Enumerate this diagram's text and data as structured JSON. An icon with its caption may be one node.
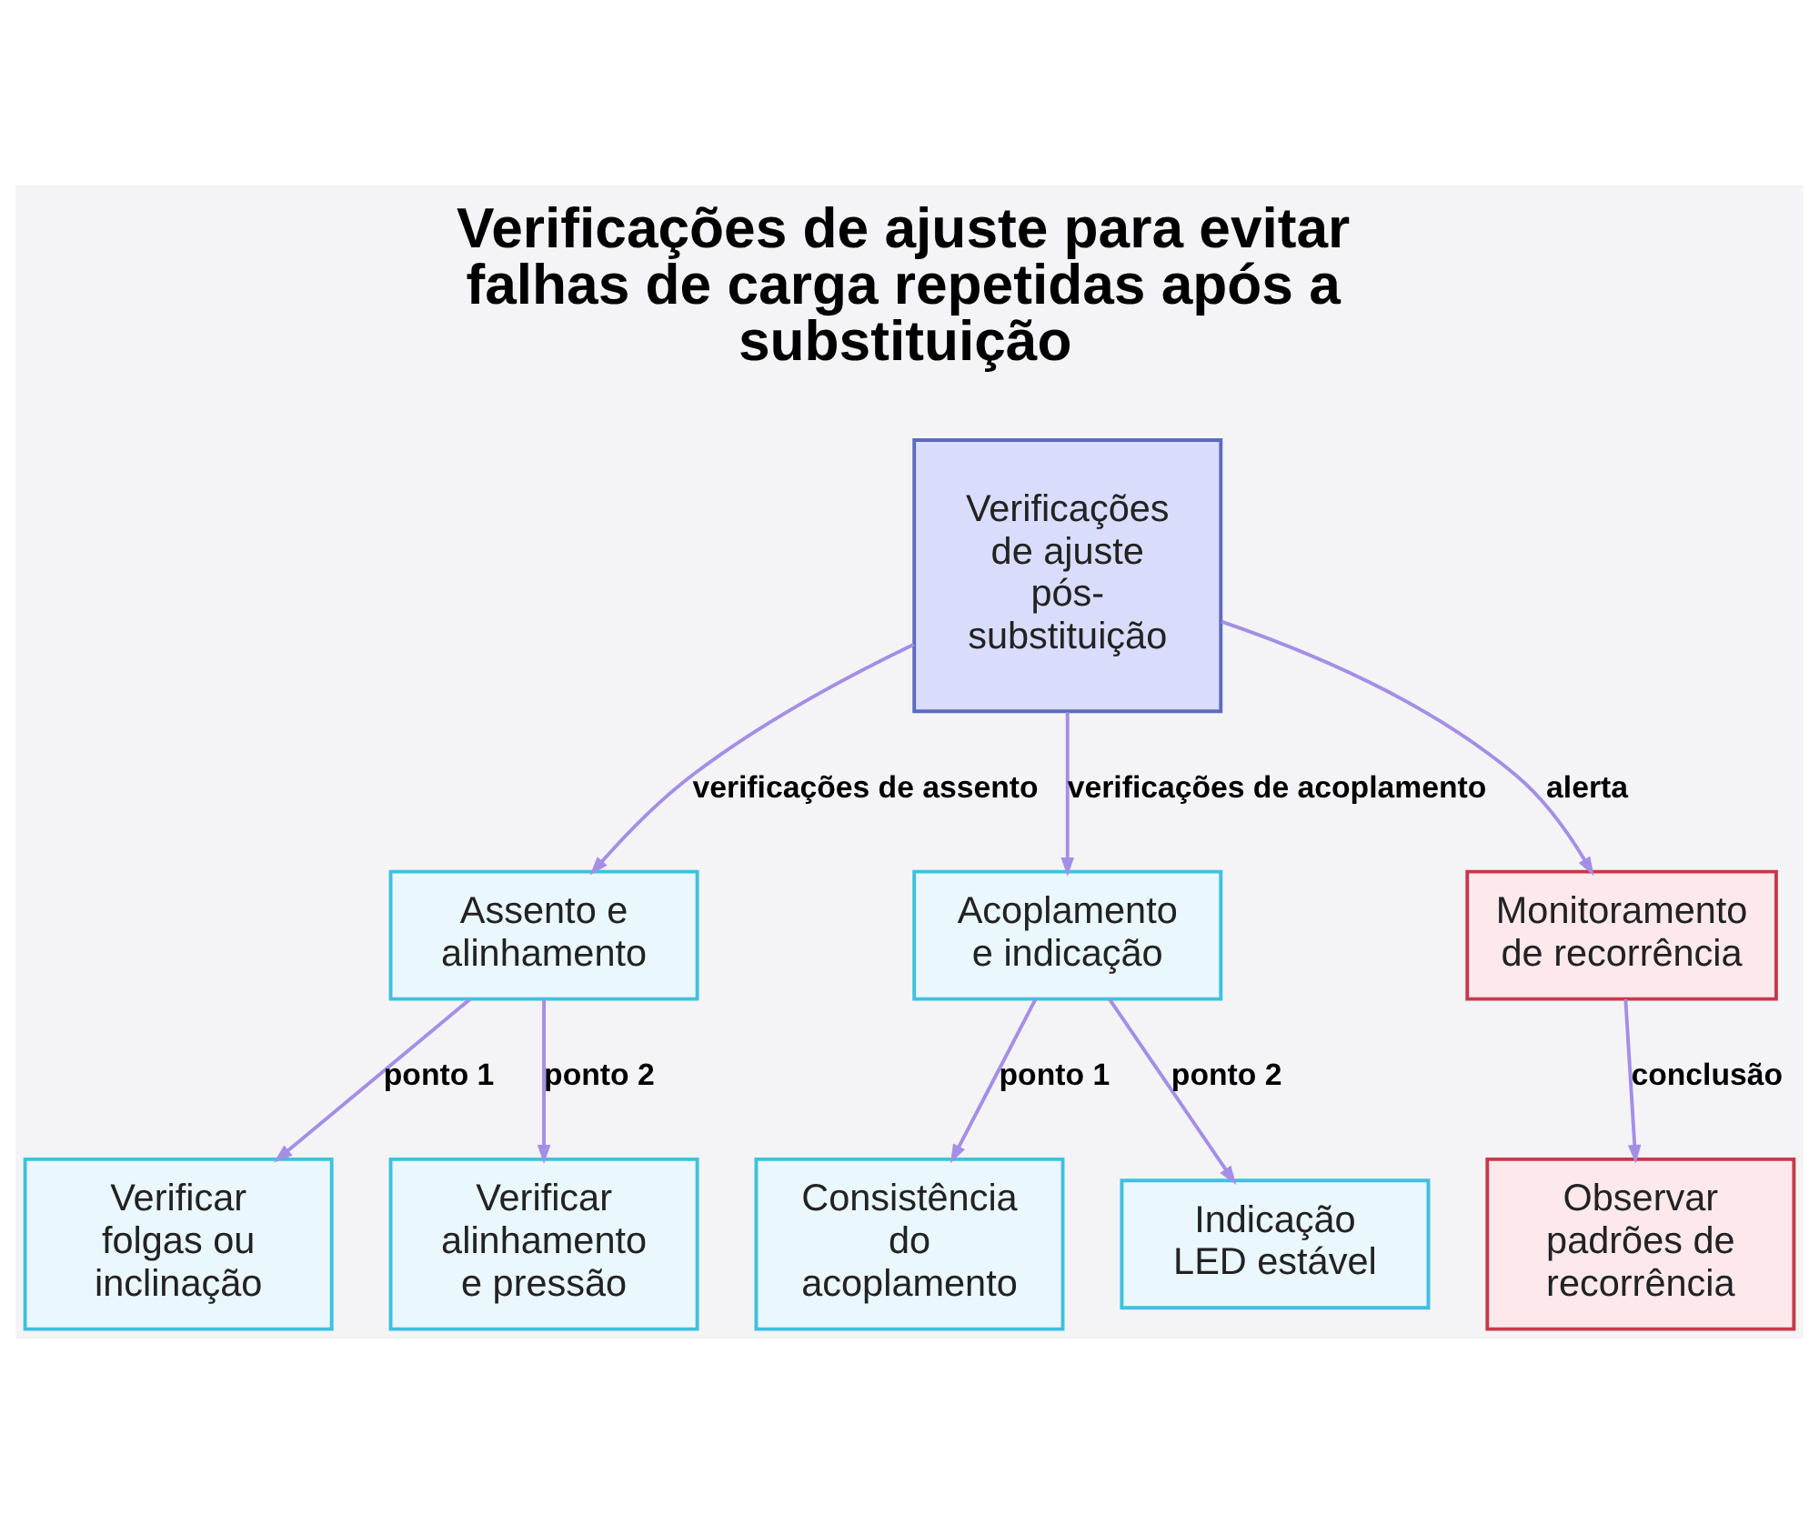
{
  "diagram": {
    "title": "Verificações de ajuste para evitar falhas de carga repetidas após a substituição",
    "nodes": [
      {
        "text": [
          "Verificações de ajuste pós-substituição"
        ]
      },
      {
        "text": [
          "Assento e alinhamento"
        ]
      },
      {
        "text": [
          "Acoplamento e indicação"
        ]
      },
      {
        "text": [
          "Monitoramento de recorrência"
        ]
      },
      {
        "text": [
          "Verificar folgas ou inclinação"
        ]
      },
      {
        "text": [
          "Verificar alinhamento e pressão"
        ]
      },
      {
        "text": [
          "Consistência do acoplamento"
        ]
      },
      {
        "text": [
          "Indicação LED estável"
        ]
      },
      {
        "text": [
          "Observar padrões de recorrência"
        ]
      }
    ],
    "edges": [
      {
        "from": 0,
        "to": 1,
        "arrow": "to",
        "label": "verificações de assento"
      },
      {
        "from": 0,
        "to": 2,
        "arrow": "to",
        "label": "verificações de acoplamento"
      },
      {
        "from": 0,
        "to": 3,
        "arrow": "to",
        "label": "alerta"
      },
      {
        "from": 1,
        "to": 4,
        "arrow": "to",
        "label": "ponto 1"
      },
      {
        "from": 1,
        "to": 5,
        "arrow": "to",
        "label": "ponto 2"
      },
      {
        "from": 2,
        "to": 6,
        "arrow": "to",
        "label": "ponto 1"
      },
      {
        "from": 2,
        "to": 7,
        "arrow": "to",
        "label": "ponto 2"
      },
      {
        "from": 3,
        "to": 8,
        "arrow": "to",
        "label": "conclusão"
      }
    ]
  }
}
